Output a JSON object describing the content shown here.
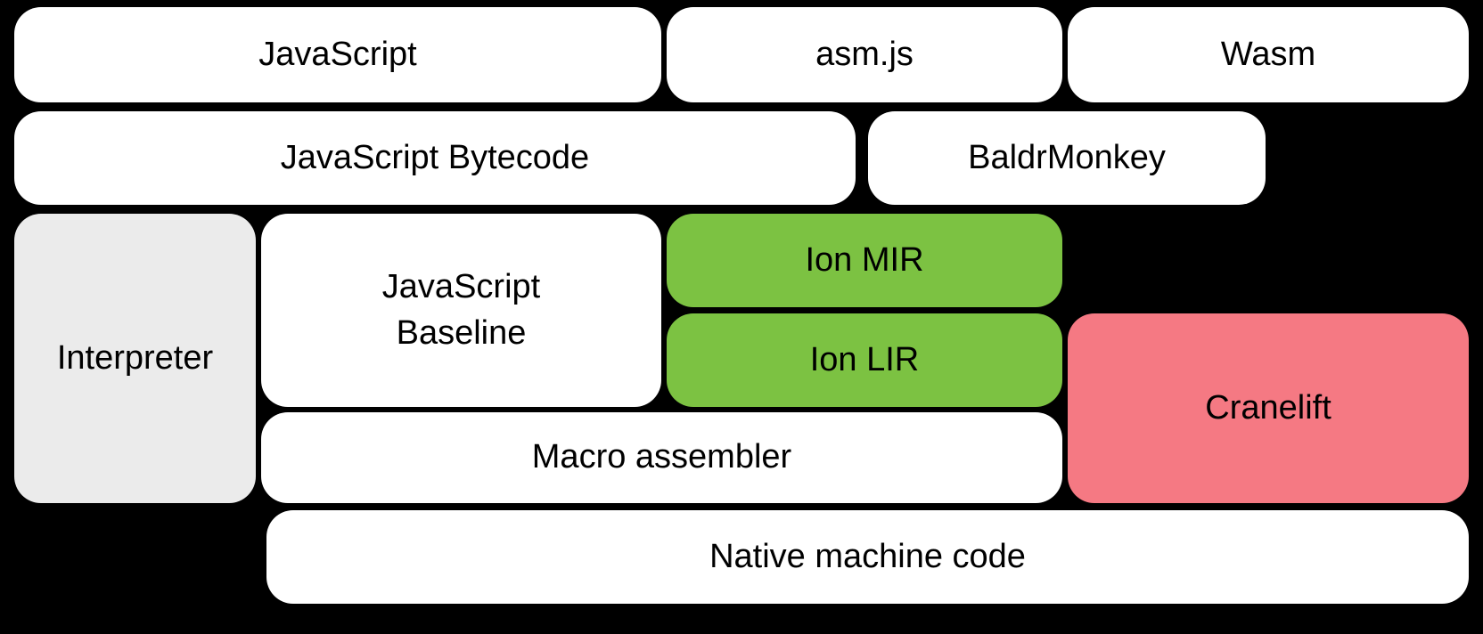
{
  "colors": {
    "background": "#000000",
    "box_white": "#ffffff",
    "box_gray": "#ebebeb",
    "box_green": "#7cc242",
    "box_pink": "#f57983",
    "text": "#000000"
  },
  "boxes": {
    "javascript": {
      "label": "JavaScript",
      "color": "#ffffff"
    },
    "asmjs": {
      "label": "asm.js",
      "color": "#ffffff"
    },
    "wasm": {
      "label": "Wasm",
      "color": "#ffffff"
    },
    "js_bytecode": {
      "label": "JavaScript Bytecode",
      "color": "#ffffff"
    },
    "baldrmonkey": {
      "label": "BaldrMonkey",
      "color": "#ffffff"
    },
    "interpreter": {
      "label": "Interpreter",
      "color": "#ebebeb"
    },
    "js_baseline": {
      "label": "JavaScript Baseline",
      "color": "#ffffff"
    },
    "ion_mir": {
      "label": "Ion MIR",
      "color": "#7cc242"
    },
    "ion_lir": {
      "label": "Ion LIR",
      "color": "#7cc242"
    },
    "cranelift": {
      "label": "Cranelift",
      "color": "#f57983"
    },
    "macro_assembler": {
      "label": "Macro assembler",
      "color": "#ffffff"
    },
    "native": {
      "label": "Native machine code",
      "color": "#ffffff"
    }
  }
}
